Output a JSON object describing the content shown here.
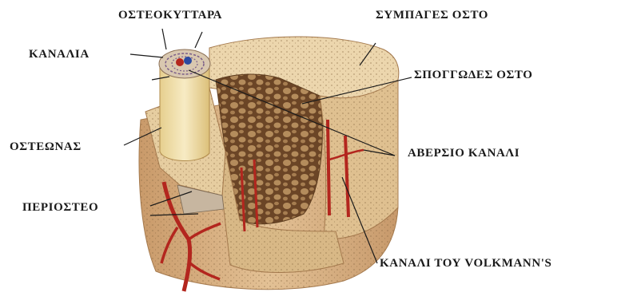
{
  "labels": {
    "osteocytes": "ΟΣΤΕΟΚΥΤΤΑΡΑ",
    "compact_bone": "ΣΥΜΠΑΓΕΣ ΟΣΤΟ",
    "canaliculi": "ΚΑΝΑΛΙΑ",
    "spongy_bone": "ΣΠΟΓΓΩΔΕΣ ΟΣΤΟ",
    "osteon": "ΟΣΤΕΩΝΑΣ",
    "haversian_canal": "ΑΒΕΡΣΙΟ ΚΑΝΑΛΙ",
    "periosteum": "ΠΕΡΙΟΣΤΕΟ",
    "volkmann_canal": "ΚΑΝΑΛΙ ΤΟΥ VOLKMANN'S"
  },
  "colors": {
    "bone_surface": "#e9d2a6",
    "bone_side": "#dcb486",
    "spongy_fill": "#a98256",
    "spongy_dark": "#5e3d1f",
    "blood_vessel": "#b3261e",
    "vein": "#2b4aa0",
    "leader_line": "#1a1a1a"
  }
}
